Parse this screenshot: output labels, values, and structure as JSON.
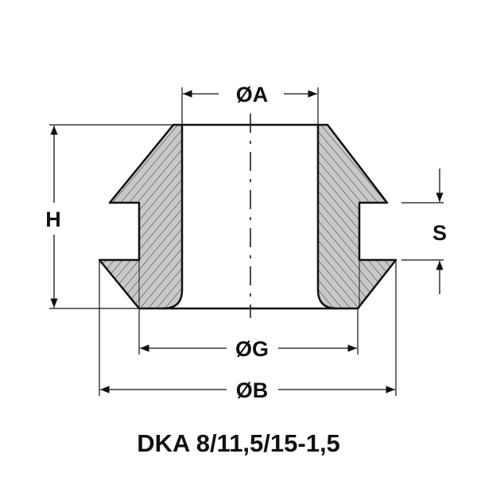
{
  "labels": {
    "dim_a": "ØA",
    "dim_h": "H",
    "dim_s": "S",
    "dim_g": "ØG",
    "dim_b": "ØB"
  },
  "title": "DKA 8/11,5/15-1,5",
  "colors": {
    "section_fill": "#c8c8c8",
    "line": "#111111"
  }
}
